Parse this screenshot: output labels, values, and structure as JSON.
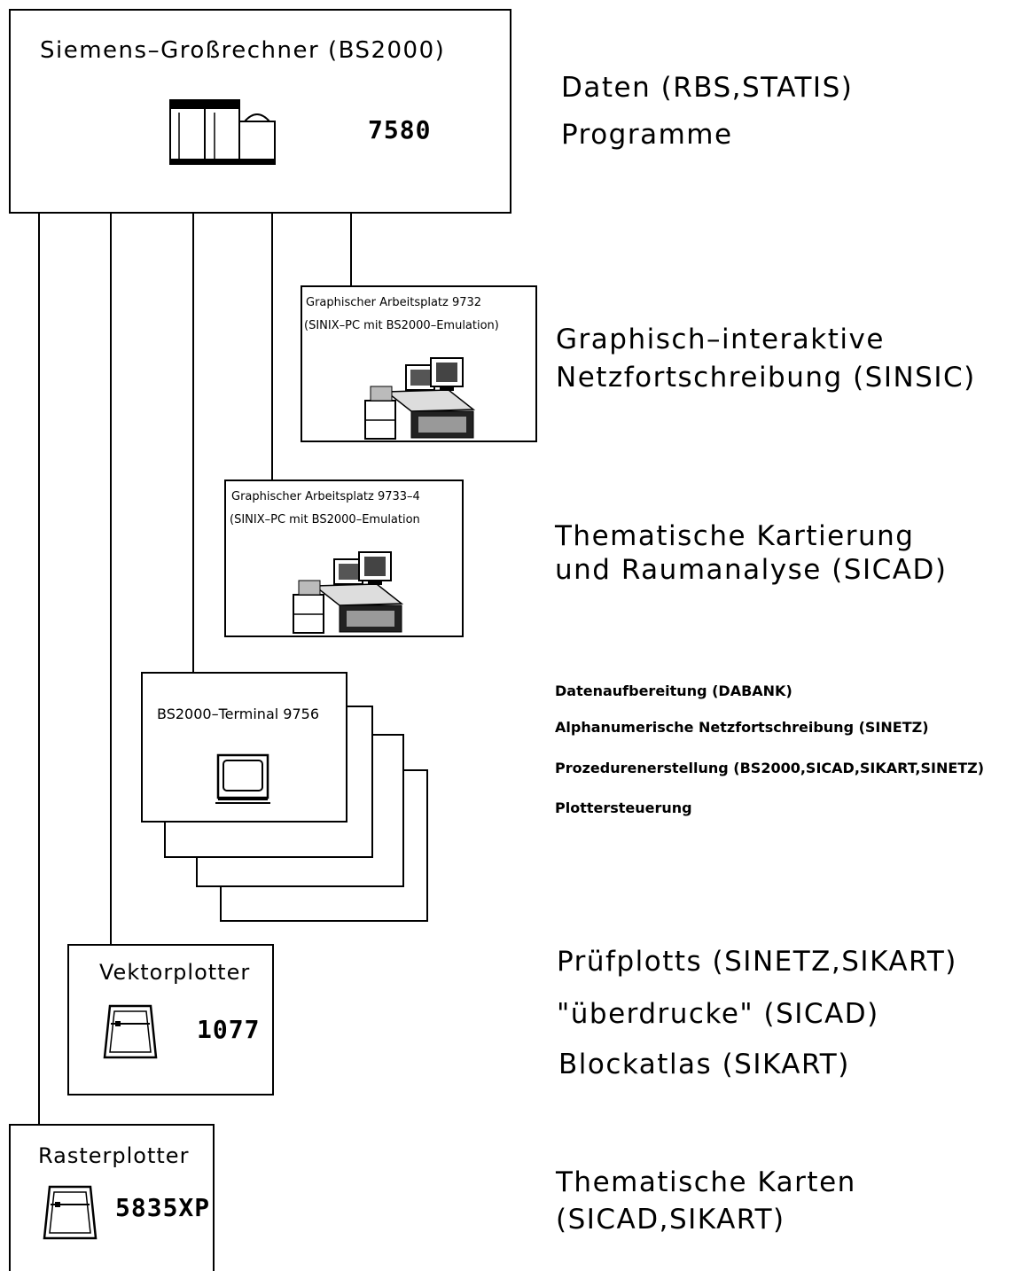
{
  "mainframe": {
    "title": "Siemens–Großrechner (BS2000)",
    "model": "7580",
    "desc_lines": [
      "Daten (RBS,STATIS)",
      "Programme"
    ]
  },
  "workstation_9732": {
    "label_lines": [
      "Graphischer Arbeitsplatz 9732",
      "(SINIX–PC mit BS2000–Emulation)"
    ],
    "desc_lines": [
      "Graphisch–interaktive",
      "Netzfortschreibung (SINSIC)"
    ]
  },
  "workstation_9733": {
    "label_lines": [
      "Graphischer Arbeitsplatz 9733–4",
      "(SINIX–PC mit BS2000–Emulation"
    ],
    "desc_lines": [
      "Thematische Kartierung",
      "und Raumanalyse (SICAD)"
    ]
  },
  "terminal": {
    "label": "BS2000–Terminal 9756",
    "desc_lines": [
      "Datenaufbereitung (DABANK)",
      "Alphanumerische Netzfortschreibung (SINETZ)",
      "Prozedurenerstellung (BS2000,SICAD,SIKART,SINETZ)",
      "Plottersteuerung"
    ]
  },
  "vector_plotter": {
    "label": "Vektorplotter",
    "model": "1077",
    "desc_lines": [
      "Prüfplotts (SINETZ,SIKART)",
      "\"überdrucke\" (SICAD)",
      "Blockatlas (SIKART)"
    ]
  },
  "raster_plotter": {
    "label": "Rasterplotter",
    "model": "5835XP",
    "desc_lines": [
      "Thematische Karten",
      "(SICAD,SIKART)"
    ]
  },
  "icons": {
    "mainframe": "mainframe-computer-icon",
    "workstation": "graphic-workstation-icon",
    "terminal": "terminal-monitor-icon",
    "plotter": "plotter-icon"
  }
}
